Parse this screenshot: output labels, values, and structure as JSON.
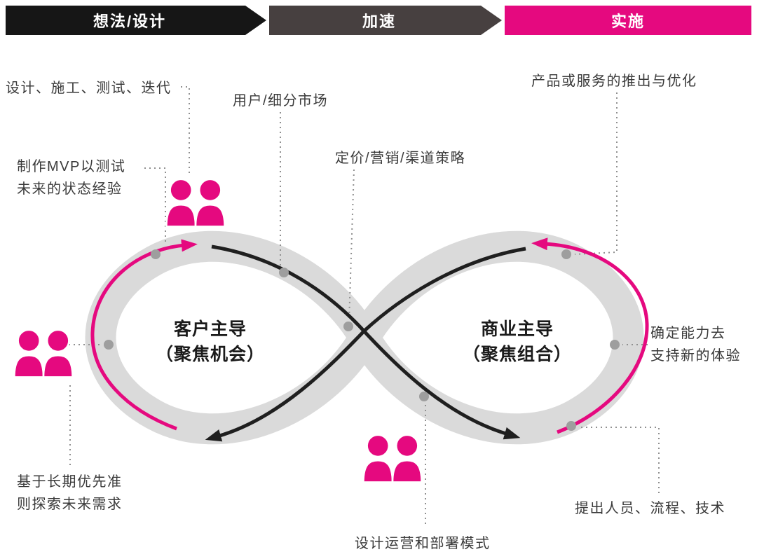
{
  "banner": {
    "stages": [
      {
        "id": "idea-design",
        "label": "想法/设计",
        "color": "#161616"
      },
      {
        "id": "accelerate",
        "label": "加速",
        "color": "#474040"
      },
      {
        "id": "implement",
        "label": "实施",
        "color": "#e5097f"
      }
    ]
  },
  "loops": {
    "left": {
      "title": "客户主导",
      "subtitle": "（聚焦机会）"
    },
    "right": {
      "title": "商业主导",
      "subtitle": "（聚焦组合）"
    }
  },
  "annotations": {
    "design_build_test": "设计、施工、测试、迭代",
    "user_segments": "用户/细分市场",
    "product_launch": "产品或服务的推出与优化",
    "mvp_line1": "制作MVP以测试",
    "mvp_line2": "未来的状态经验",
    "pricing": "定价/营销/渠道策略",
    "capabilities_line1": "确定能力去",
    "capabilities_line2": "支持新的体验",
    "long_term_line1": "基于长期优先准",
    "long_term_line2": "则探索未来需求",
    "personnel": "提出人员、流程、技术",
    "ops_model": "设计运营和部署模式"
  },
  "icons": {
    "people_pair": "two-person-team-icon"
  },
  "colors": {
    "accent_pink": "#e5097f",
    "banner_black": "#161616",
    "banner_gray": "#474040",
    "loop_band": "#dadada",
    "junction_dot": "#9e9e9e",
    "arrow_black": "#1f1f1f",
    "leader_line": "#909090"
  }
}
